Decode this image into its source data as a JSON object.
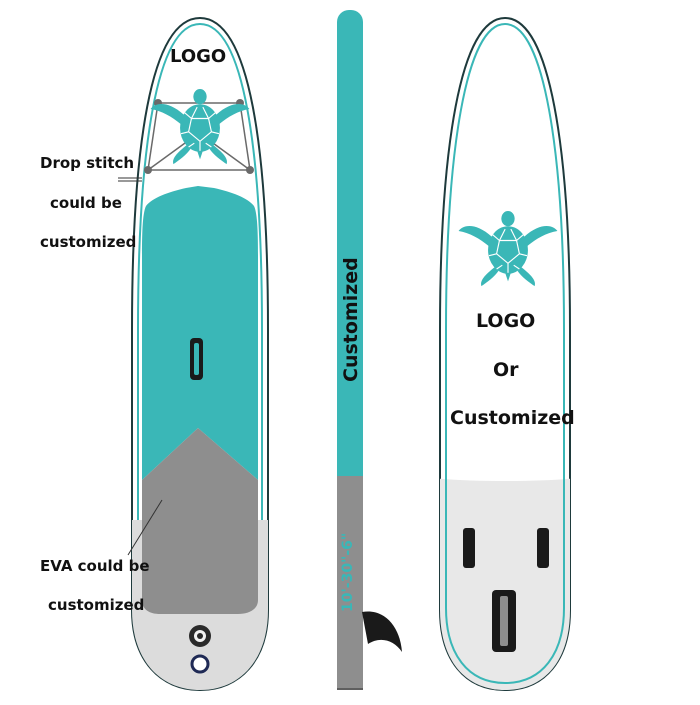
{
  "colors": {
    "teal": "#3ab7b7",
    "teal_dark": "#1d8d8f",
    "gray": "#8e8e8e",
    "gray_dark": "#5f5f5f",
    "outline": "#1e3a3c",
    "text": "#111111"
  },
  "board_top": {
    "logo_label": "LOGO",
    "emblem_icon": "sea-turtle-icon"
  },
  "callouts": {
    "drop_stitch": [
      "Drop stitch",
      "could be",
      "customized"
    ],
    "eva": [
      "EVA could be",
      "customized"
    ]
  },
  "side_profile": {
    "side_label": "Customized",
    "size_label": "10'-30\"-6\""
  },
  "board_bottom": {
    "emblem_icon": "sea-turtle-icon",
    "text_lines": [
      "LOGO",
      "Or",
      "Customized"
    ]
  }
}
